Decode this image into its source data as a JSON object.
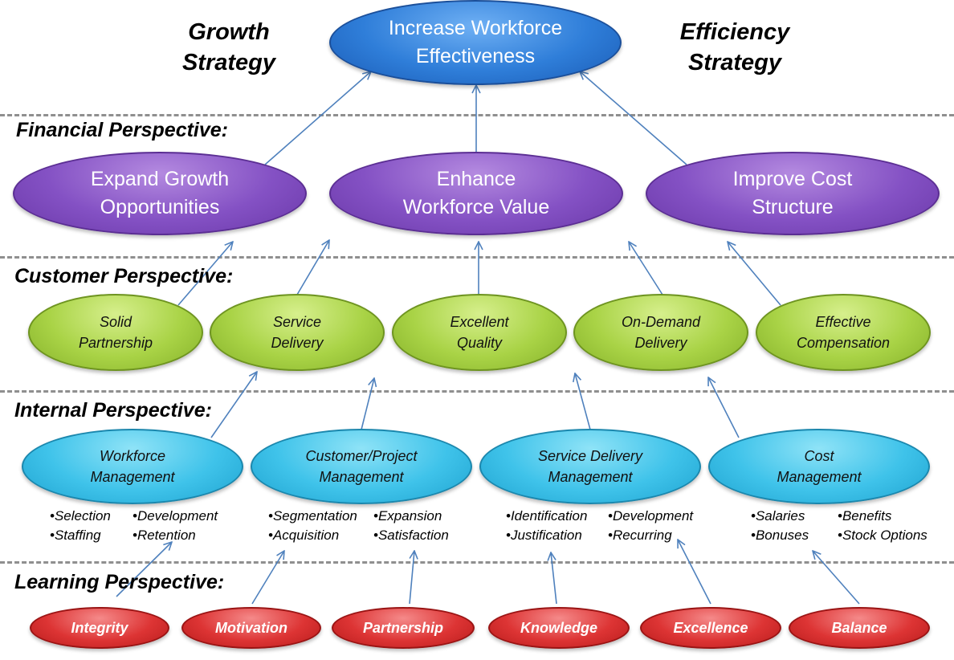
{
  "strategies": {
    "growth": [
      "Growth",
      "Strategy"
    ],
    "efficiency": [
      "Efficiency",
      "Strategy"
    ]
  },
  "perspectives": {
    "financial": "Financial Perspective:",
    "customer": "Customer Perspective:",
    "internal": "Internal Perspective:",
    "learning": "Learning Perspective:"
  },
  "goal": [
    "Increase Workforce",
    "Effectiveness"
  ],
  "financial": [
    [
      "Expand Growth",
      "Opportunities"
    ],
    [
      "Enhance",
      "Workforce Value"
    ],
    [
      "Improve Cost",
      "Structure"
    ]
  ],
  "customer": [
    [
      "Solid",
      "Partnership"
    ],
    [
      "Service",
      "Delivery"
    ],
    [
      "Excellent",
      "Quality"
    ],
    [
      "On-Demand",
      "Delivery"
    ],
    [
      "Effective",
      "Compensation"
    ]
  ],
  "internal": [
    {
      "label": [
        "Workforce",
        "Management"
      ],
      "bullets": [
        [
          "•Selection",
          "•Staffing"
        ],
        [
          "•Development",
          "•Retention"
        ]
      ]
    },
    {
      "label": [
        "Customer/Project",
        "Management"
      ],
      "bullets": [
        [
          "•Segmentation",
          "•Acquisition"
        ],
        [
          "•Expansion",
          "•Satisfaction"
        ]
      ]
    },
    {
      "label": [
        "Service Delivery",
        "Management"
      ],
      "bullets": [
        [
          "•Identification",
          "•Justification"
        ],
        [
          "•Development",
          "•Recurring"
        ]
      ]
    },
    {
      "label": [
        "Cost",
        "Management"
      ],
      "bullets": [
        [
          "•Salaries",
          "•Bonuses"
        ],
        [
          "•Benefits",
          "•Stock Options"
        ]
      ]
    }
  ],
  "learning": [
    "Integrity",
    "Motivation",
    "Partnership",
    "Knowledge",
    "Excellence",
    "Balance"
  ]
}
